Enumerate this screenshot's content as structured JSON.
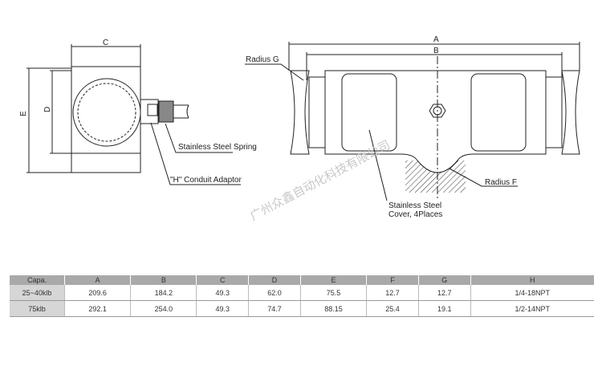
{
  "labels": {
    "C": "C",
    "D": "D",
    "E": "E",
    "A": "A",
    "B": "B",
    "radius_g": "Radius G",
    "radius_f": "Radius F",
    "spring": "Stainless Steel Spring",
    "conduit": "\"H\" Conduit Adaptor",
    "cover_line1": "Stainless Steel",
    "cover_line2": "Cover, 4Places"
  },
  "watermark": "广州众鑫自动化科技有限公司",
  "table": {
    "headers": [
      "Capa.",
      "A",
      "B",
      "C",
      "D",
      "E",
      "F",
      "G",
      "H"
    ],
    "rows": [
      [
        "25~40klb",
        "209.6",
        "184.2",
        "49.3",
        "62.0",
        "75.5",
        "12.7",
        "12.7",
        "1/4-18NPT"
      ],
      [
        "75klb",
        "292.1",
        "254.0",
        "49.3",
        "74.7",
        "88.15",
        "25.4",
        "19.1",
        "1/2-14NPT"
      ]
    ]
  }
}
